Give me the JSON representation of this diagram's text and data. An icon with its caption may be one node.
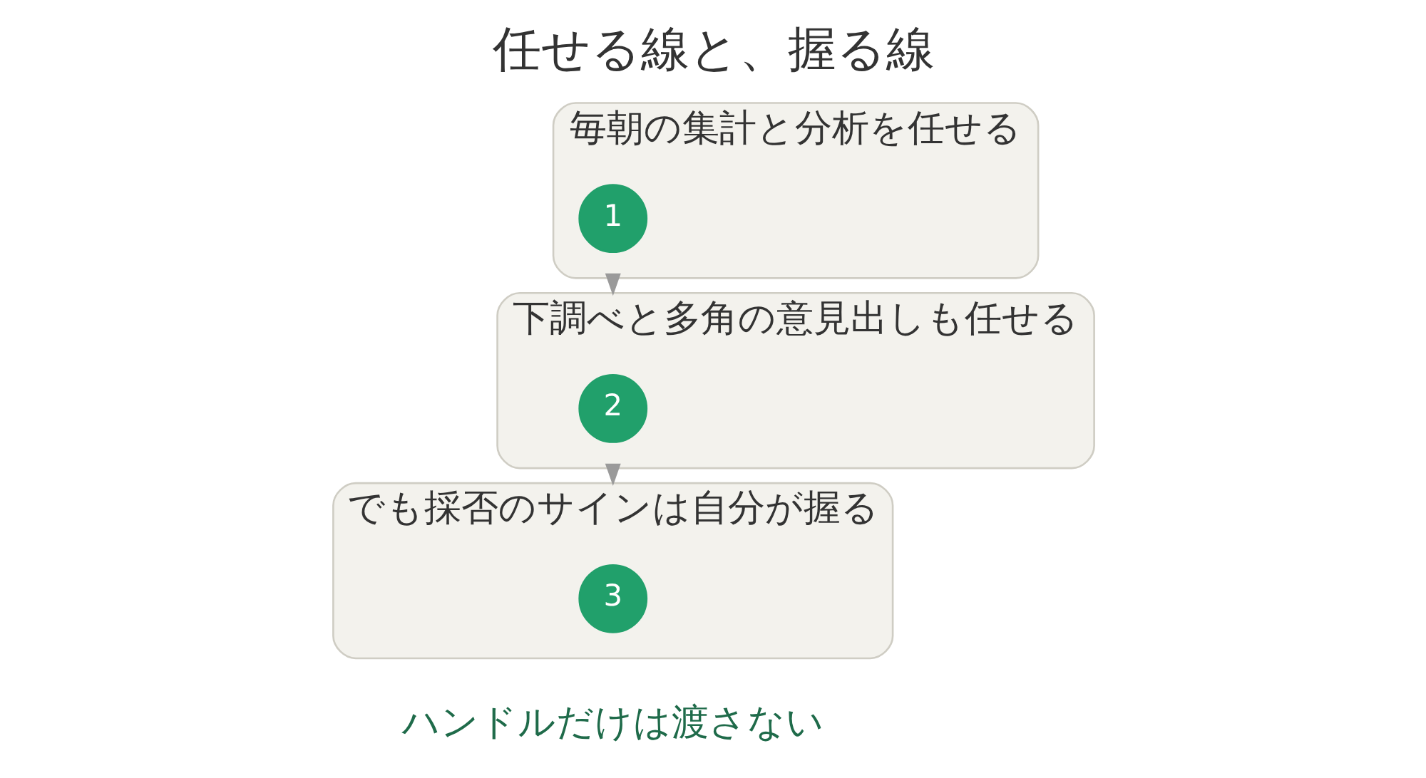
{
  "diagram": {
    "title": "任せる線と、握る線",
    "caption": "ハンドルだけは渡さない",
    "nodes": [
      {
        "text": [
          "毎朝の集計と分析を任せる"
        ]
      },
      {
        "text": [
          "1"
        ],
        "in": 0
      },
      {
        "text": [
          "下調べと多角の意見出しも任せる"
        ]
      },
      {
        "text": [
          "2"
        ],
        "in": 2
      },
      {
        "text": [
          "でも採否のサインは自分が握る"
        ]
      },
      {
        "text": [
          "3"
        ],
        "in": 4
      }
    ],
    "edges": [
      {
        "from": 0,
        "to": 2,
        "arrow": "to"
      },
      {
        "from": 2,
        "to": 4,
        "arrow": "to"
      }
    ]
  }
}
